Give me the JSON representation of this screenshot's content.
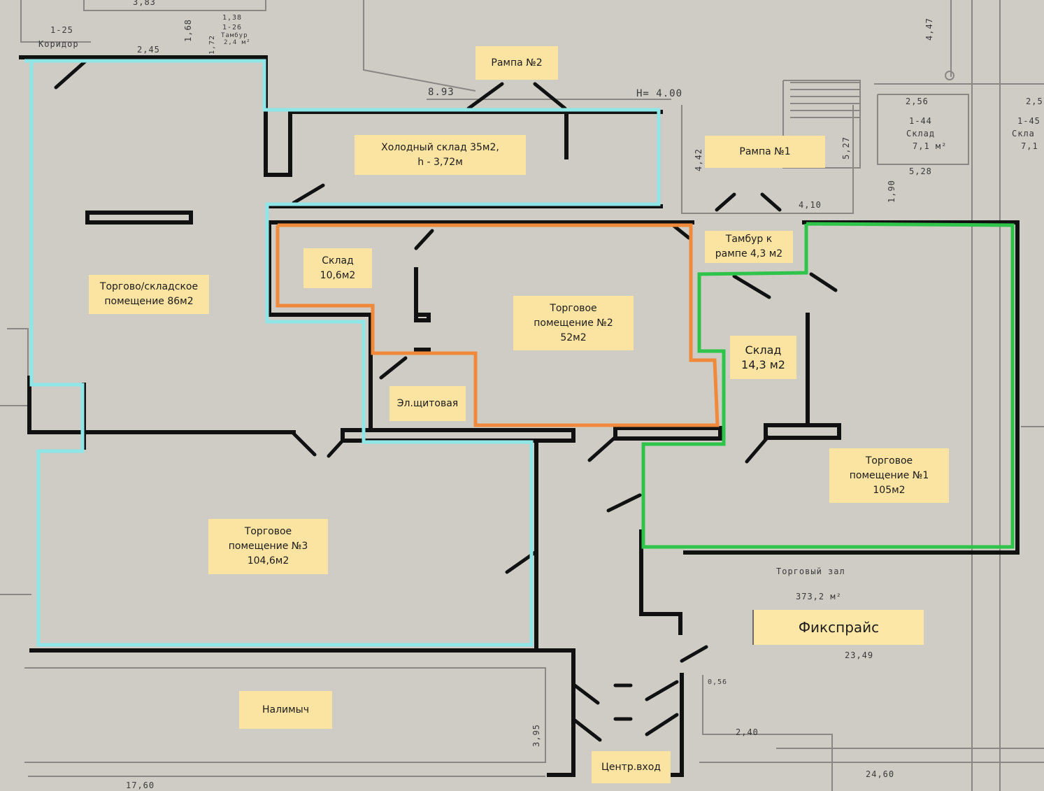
{
  "rooms": {
    "ramp2": "Рампа №2",
    "cold_storage": [
      "Холодный склад 35м2,",
      "h - 3,72м"
    ],
    "ramp1": "Рампа №1",
    "vestibule": [
      "Тамбур к",
      "рампе 4,3 м2"
    ],
    "storage_small": [
      "Склад",
      "10,6м2"
    ],
    "trade_storage": [
      "Торгово/складское",
      "помещение 86м2"
    ],
    "trade2": [
      "Торговое",
      "помещение №2",
      "52м2"
    ],
    "storage_14": [
      "Склад",
      "14,3 м2"
    ],
    "electrical": "Эл.щитовая",
    "trade1": [
      "Торговое",
      "помещение №1",
      "105м2"
    ],
    "trade3": [
      "Торговое",
      "помещение №3",
      "104,6м2"
    ],
    "tenant": "Фикспрайс",
    "neighbor": "Налимыч",
    "main_entrance": "Центр.вход"
  },
  "underlay": {
    "d_383": "3,83",
    "d_125": "1-25",
    "corridor": "Коридор",
    "d_245": "2,45",
    "d_168": "1,68",
    "d_138": "1,38",
    "d_126": "1-26",
    "d_tambur": "Тамбур",
    "d_24": "2,4 м²",
    "d_172": "1,72",
    "d_447": "4,47",
    "d_893": "8.93",
    "d_h400": "Н= 4.00",
    "d_256": "2,56",
    "d_144": "1-44",
    "d_sklad": "Склад",
    "d_71": "7,1 м²",
    "d_25": "2,5",
    "d_145": "1-45",
    "d_sklad2": "Скла",
    "d_71b": "7,1",
    "d_442": "4,42",
    "d_527": "5,27",
    "d_528": "5,28",
    "d_190": "1,90",
    "d_410": "4,10",
    "d_hall": "Торговый зал",
    "d_3732": "373,2 м²",
    "d_2349": "23,49",
    "d_056": "0,56",
    "d_240": "2,40",
    "d_395": "3,95",
    "d_2460": "24,60",
    "d_1760": "17,60"
  },
  "colors": {
    "background": "#cfcbc5",
    "label_bg": "#fbe3a2",
    "wall": "#111111",
    "outline_cyan": "#8ee6e6",
    "outline_orange": "#f08a3a",
    "outline_green": "#2ec44a",
    "underlay_line": "#8a8784"
  }
}
